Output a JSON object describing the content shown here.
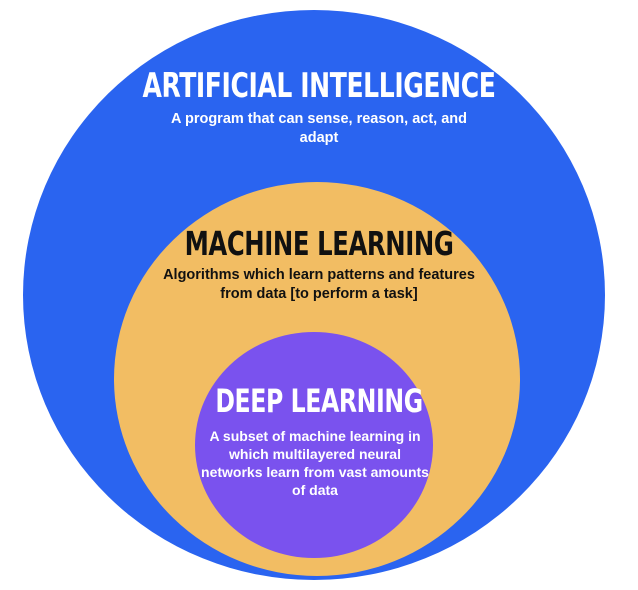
{
  "colors": {
    "ai_circle": "#2A64F0",
    "ml_circle": "#F2BD63",
    "dl_circle": "#7A52EE",
    "ai_text": "#FFFFFF",
    "ml_text": "#111111",
    "dl_text": "#FFFFFF"
  },
  "ai": {
    "title": "ARTIFICIAL INTELLIGENCE",
    "description": "A program that can sense, reason, act, and adapt"
  },
  "ml": {
    "title": "MACHINE LEARNING",
    "description": "Algorithms which learn patterns and features from data [to perform a task]"
  },
  "dl": {
    "title": "DEEP LEARNING",
    "description": "A subset of machine learning in which multilayered neural networks learn from vast amounts of data"
  }
}
